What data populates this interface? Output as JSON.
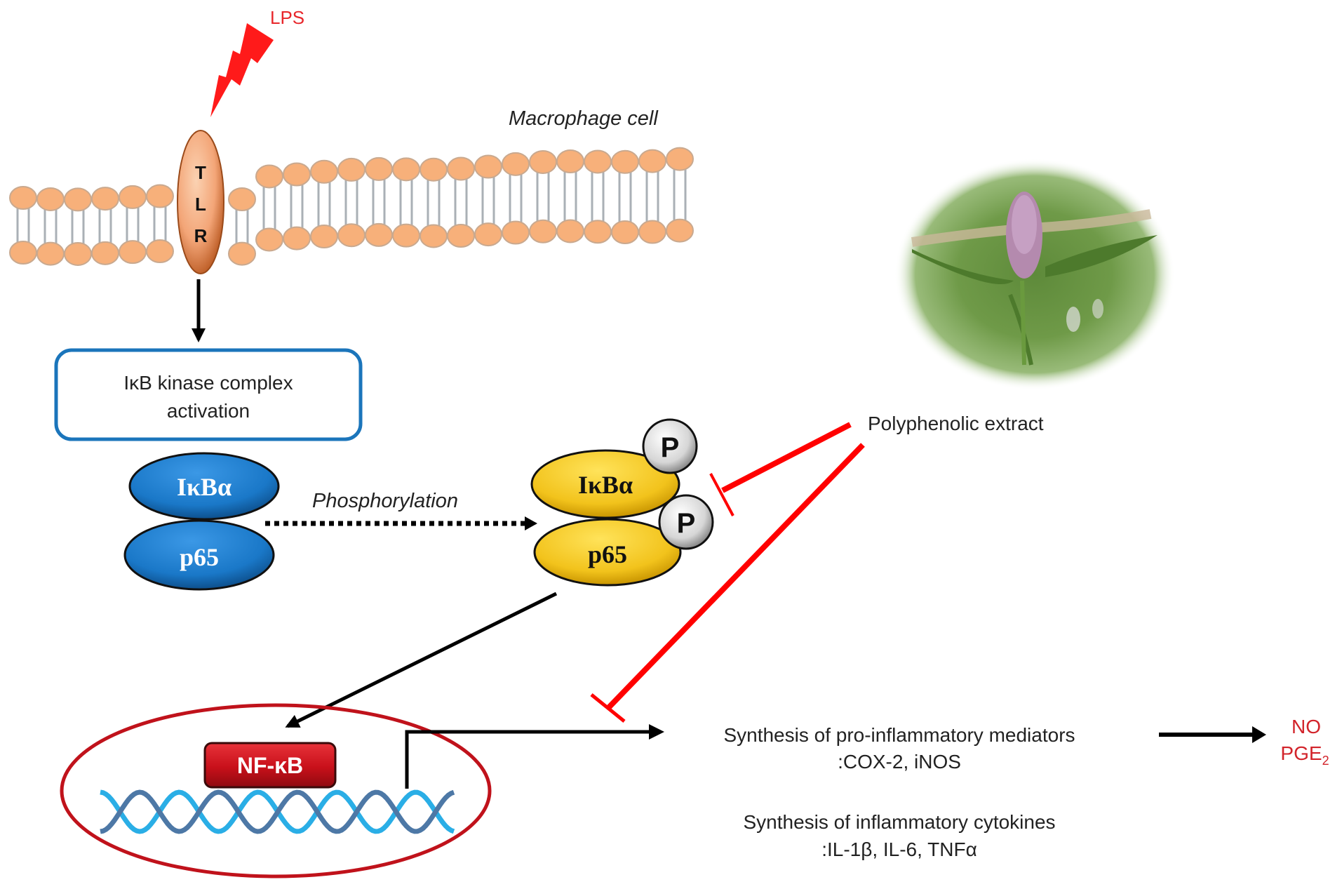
{
  "stimulus": {
    "label": "LPS",
    "color": "#e8262b"
  },
  "cell": {
    "label": "Macrophage cell"
  },
  "receptor": {
    "letters": [
      "T",
      "L",
      "R"
    ]
  },
  "ikk_box": {
    "line1": "IκB kinase complex",
    "line2": "activation",
    "border_color": "#1b75bb"
  },
  "inactive_complex": {
    "top": "IκBα",
    "bottom": "p65",
    "color": "#1a78c8"
  },
  "phosphorylation": {
    "label": "Phosphorylation"
  },
  "phospho_complex": {
    "top": "IκBα",
    "bottom": "p65",
    "color": "#f2c31c",
    "phospho_tag": "P"
  },
  "extract": {
    "label": "Polyphenolic extract",
    "inhibitor_color": "#ff0000"
  },
  "nucleus": {
    "factor": "NF-κB",
    "border_color": "#c0121b",
    "factor_color": "#c8101a"
  },
  "outputs": {
    "mediators_line1": "Synthesis of pro-inflammatory mediators",
    "mediators_line2": ":COX-2, iNOS",
    "cytokines_line1": "Synthesis of inflammatory cytokines",
    "cytokines_line2": ":IL-1β, IL-6, TNFα"
  },
  "products": {
    "line1": "NO",
    "line2_base": "PGE",
    "line2_sub": "2",
    "color": "#d2232a"
  }
}
